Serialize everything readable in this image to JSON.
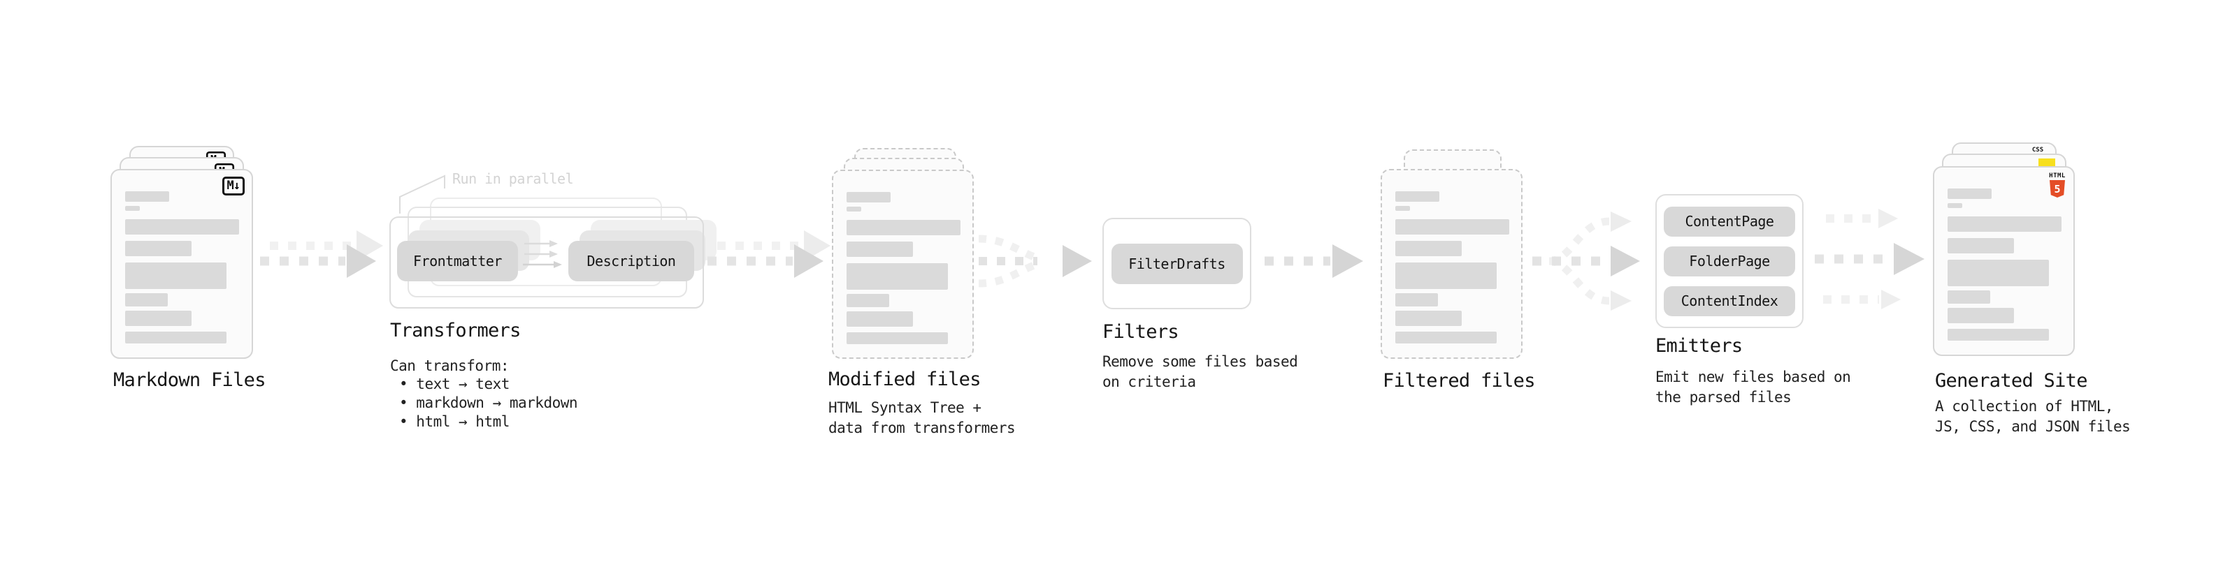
{
  "markdown": {
    "label": "Markdown Files",
    "badge": "M↓"
  },
  "transformers": {
    "label": "Transformers",
    "annotation": "Run in parallel",
    "pill_a": "Frontmatter",
    "pill_b": "Description",
    "desc_title": "Can transform:",
    "bullets": [
      "text → text",
      "markdown → markdown",
      "html → html"
    ]
  },
  "modified": {
    "label": "Modified files",
    "desc_lines": [
      "HTML Syntax Tree +",
      "data from transformers"
    ]
  },
  "filters": {
    "label": "Filters",
    "pill": "FilterDrafts",
    "desc_lines": [
      "Remove some files based",
      "on criteria"
    ]
  },
  "filtered": {
    "label": "Filtered files"
  },
  "emitters": {
    "label": "Emitters",
    "pills": [
      "ContentPage",
      "FolderPage",
      "ContentIndex"
    ],
    "desc_lines": [
      "Emit new files based on",
      "the parsed files"
    ]
  },
  "generated": {
    "label": "Generated Site",
    "desc_lines": [
      "A collection of HTML,",
      "JS, CSS, and JSON files"
    ],
    "badges": {
      "html_label": "HTML",
      "html_number": "5",
      "css_label": "CSS"
    }
  },
  "colors": {
    "html5_orange": "#e44d26",
    "js_yellow": "#f7df1e",
    "css_blue": "#2b6bf3"
  }
}
